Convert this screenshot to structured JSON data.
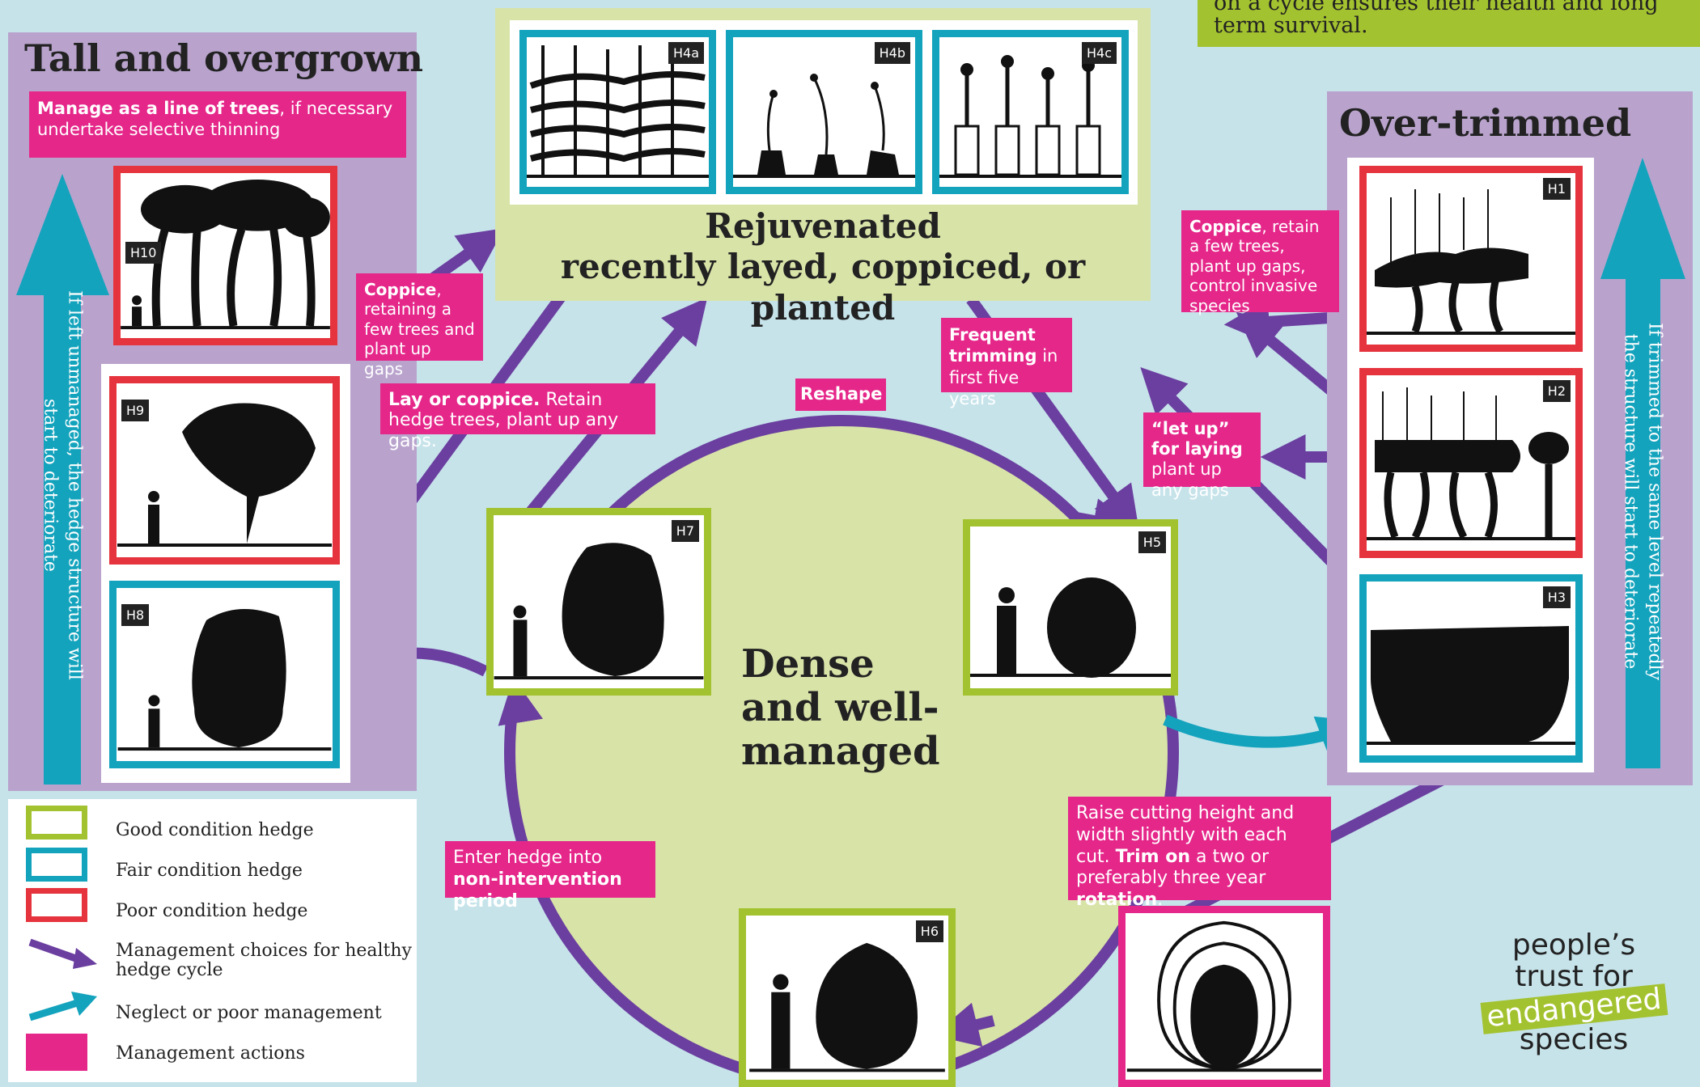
{
  "colors": {
    "good": "#a3c22f",
    "fair": "#14a3bd",
    "poor": "#e6343e",
    "management": "#e5278a",
    "arrow_healthy": "#6b3fa0",
    "arrow_neglect": "#14a3bd",
    "panel": "#b9a3cd",
    "circle": "#d8e3a8",
    "background": "#c6e3ea"
  },
  "top_banner": {
    "line1": "on a cycle ensures their health and long",
    "line2": "term survival."
  },
  "left_panel": {
    "title": "Tall and overgrown",
    "action_bold": "Manage as a line of trees",
    "action_rest": ", if necessary undertake selective thinning",
    "vertical_line1": "If left unmanaged, the hedge structure will",
    "vertical_line2": "start to deteriorate"
  },
  "right_panel": {
    "title": "Over-trimmed",
    "vertical_line1": "If trimmed to the same level repeatedly",
    "vertical_line2": "the structure will start to deteriorate"
  },
  "rejuvenated": {
    "line1": "Rejuvenated",
    "line2": "recently layed, coppiced, or planted"
  },
  "dense": {
    "line1": "Dense",
    "line2": "and well-",
    "line3": "managed"
  },
  "tags": {
    "h1": "H1",
    "h2": "H2",
    "h3": "H3",
    "h4a": "H4a",
    "h4b": "H4b",
    "h4c": "H4c",
    "h5": "H5",
    "h6": "H6",
    "h7": "H7",
    "h8": "H8",
    "h9": "H9",
    "h10": "H10"
  },
  "actions": {
    "coppice_left_bold": "Coppice",
    "coppice_left_rest": ", retaining a few trees and plant up gaps",
    "lay_bold": "Lay or coppice.",
    "lay_rest": " Retain hedge trees, plant up any gaps.",
    "reshape": "Reshape",
    "frequent_bold": "Frequent trimming",
    "frequent_rest": " in first five years",
    "coppice_right_bold": "Coppice",
    "coppice_right_rest": ", retain a few trees, plant up gaps, control invasive species",
    "letup_bold": "“let up” for laying",
    "letup_rest": " plant up any gaps",
    "enter_rest": "Enter hedge into ",
    "enter_bold": "non-intervention period",
    "raise_line1": "Raise cutting height and width slightly with each cut.",
    "raise_bold1": "Trim on",
    "raise_mid": " a two or preferably three year ",
    "raise_bold2": "rotation",
    "raise_end": "."
  },
  "legend": {
    "good": "Good condition hedge",
    "fair": "Fair condition hedge",
    "poor": "Poor condition hedge",
    "healthy_line1": "Management choices for healthy",
    "healthy_line2": "hedge cycle",
    "neglect": "Neglect or poor management",
    "actions": "Management actions"
  },
  "logo": {
    "line1": "people’s",
    "line2": "trust for",
    "line3": "endangered",
    "line4": "species"
  }
}
